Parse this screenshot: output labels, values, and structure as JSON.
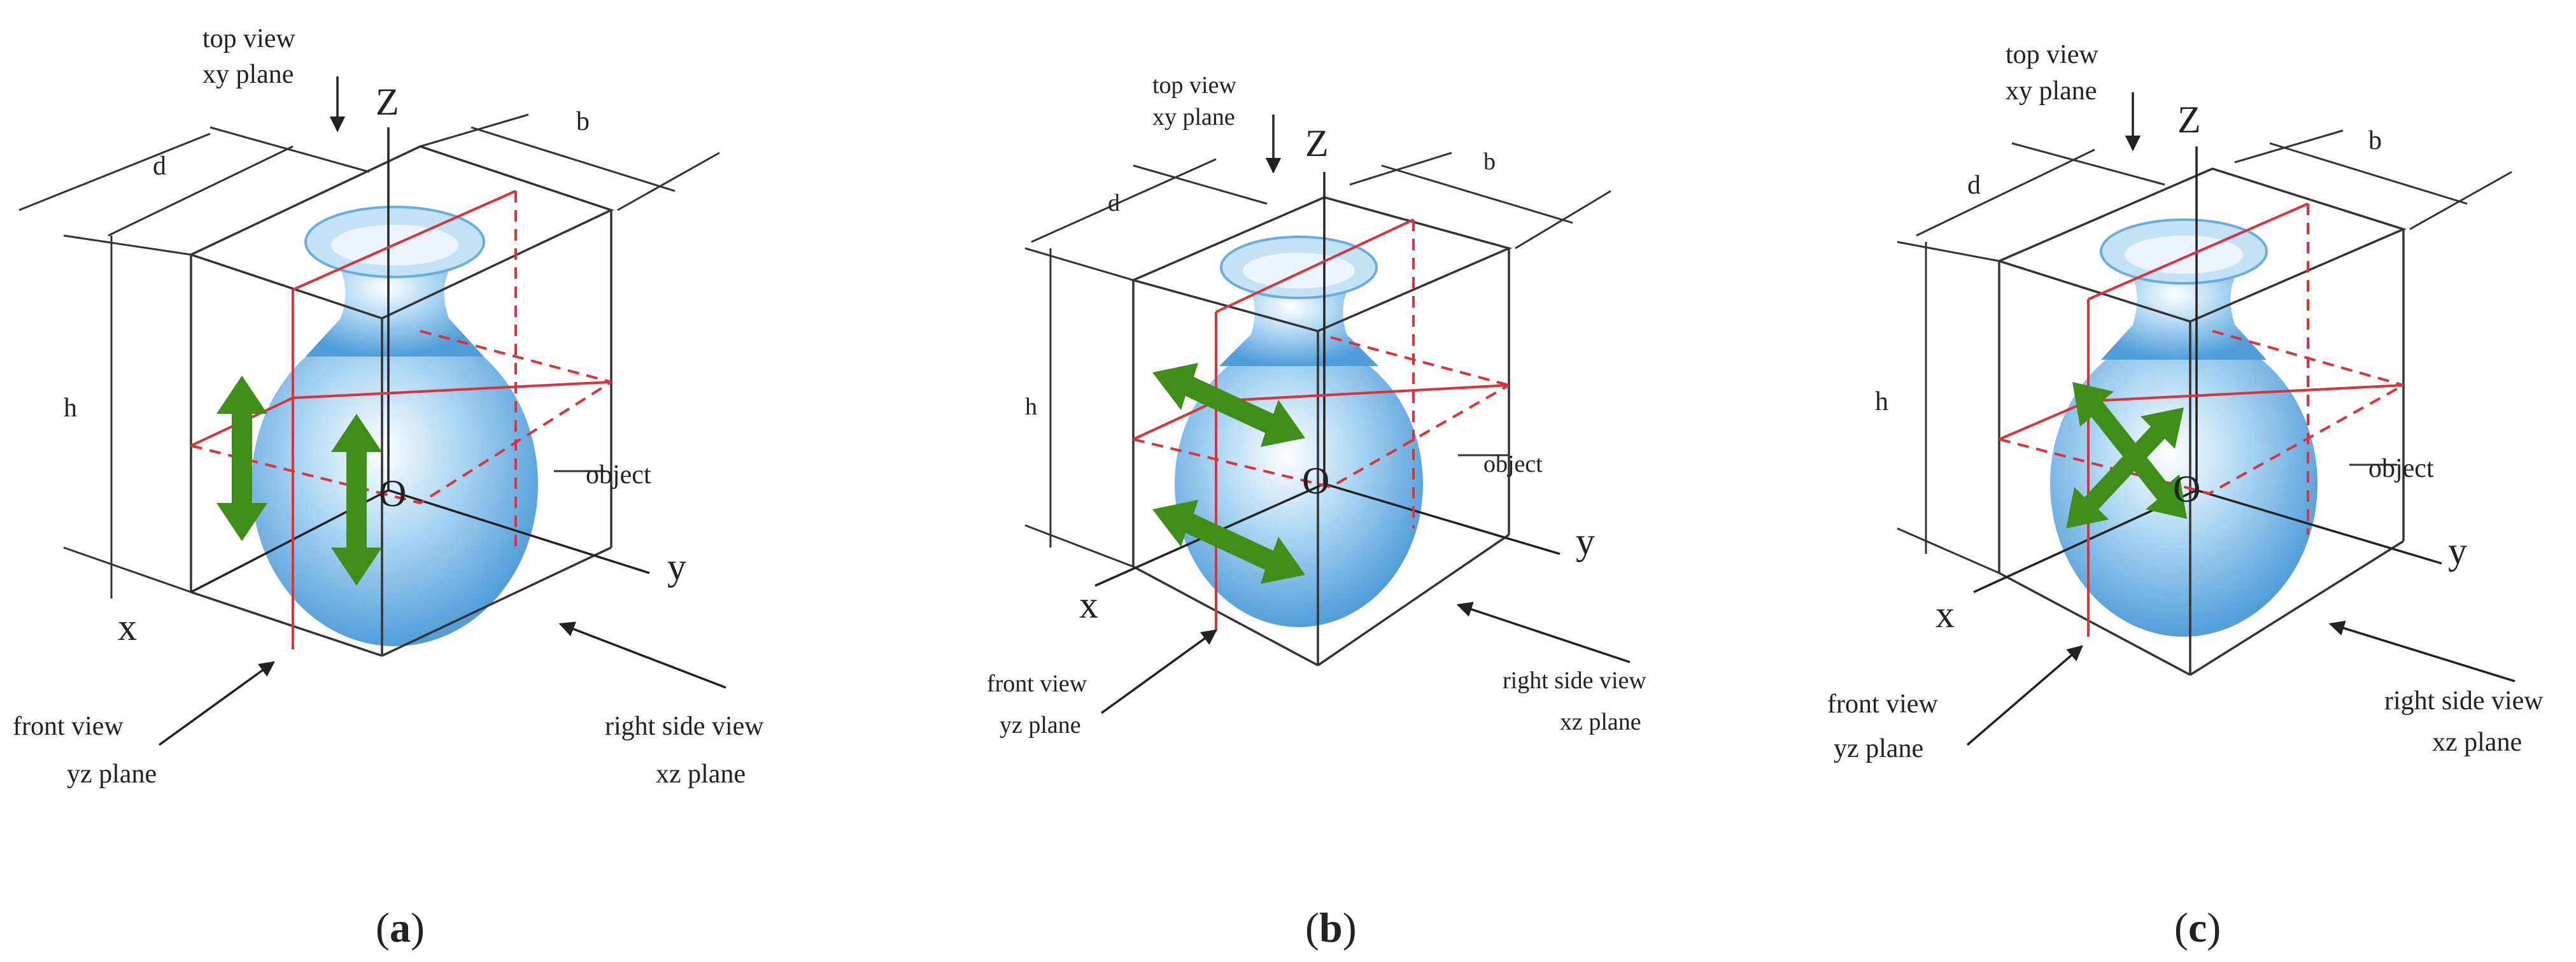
{
  "panels": [
    {
      "top_view": [
        "top view",
        "xy plane"
      ],
      "front_view": [
        "front view",
        "yz plane"
      ],
      "side_view": [
        "right side view",
        "xz plane"
      ],
      "object_label": "object",
      "axes": {
        "x": "x",
        "y": "y",
        "z": "Z",
        "origin": "O"
      },
      "dims": {
        "d": "d",
        "b": "b",
        "h": "h"
      },
      "caption_letter": "a",
      "arrow_mode": "vertical"
    },
    {
      "top_view": [
        "top view",
        "xy plane"
      ],
      "front_view": [
        "front view",
        "yz plane"
      ],
      "side_view": [
        "right side view",
        "xz plane"
      ],
      "object_label": "object",
      "axes": {
        "x": "x",
        "y": "y",
        "z": "Z",
        "origin": "O"
      },
      "dims": {
        "d": "d",
        "b": "b",
        "h": "h"
      },
      "caption_letter": "b",
      "arrow_mode": "horizontal"
    },
    {
      "top_view": [
        "top view",
        "xy plane"
      ],
      "front_view": [
        "front view",
        "yz plane"
      ],
      "side_view": [
        "right side view",
        "xz plane"
      ],
      "object_label": "object",
      "axes": {
        "x": "x",
        "y": "y",
        "z": "Z",
        "origin": "O"
      },
      "dims": {
        "d": "d",
        "b": "b",
        "h": "h"
      },
      "caption_letter": "c",
      "arrow_mode": "diagonal"
    }
  ],
  "colors": {
    "box": "#333333",
    "plane": "#e0303a",
    "vase": "#6fb6e6",
    "arrow": "#3e8e18"
  }
}
